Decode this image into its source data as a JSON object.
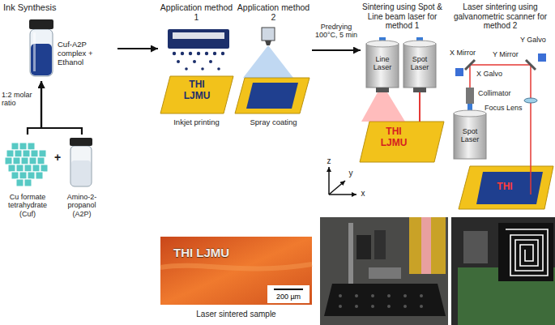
{
  "diagram": {
    "nodes": [
      {
        "text": [
          "Cuf-A2P complex + Ethanol"
        ]
      },
      {
        "text": [
          "Cu formate tetrahydrate (Cuf)"
        ]
      },
      {
        "text": [
          "Amino-2-propanol (A2P)"
        ]
      },
      {
        "text": [
          "Application method 1",
          "Inkjet printing"
        ]
      },
      {
        "text": [
          "Application method 2",
          "Spray coating"
        ]
      },
      {
        "text": [
          "Sintering using Spot & Line beam laser for method 1"
        ]
      },
      {
        "text": [
          "Line Laser"
        ],
        "in": 5
      },
      {
        "text": [
          "Spot Laser"
        ],
        "in": 5
      },
      {
        "text": [
          "Laser sintering using galvanometric scanner for method 2"
        ]
      },
      {
        "text": [
          "Spot Laser"
        ],
        "in": 8
      }
    ],
    "edges": [
      {
        "from": 1,
        "to": 0,
        "arrow": "to",
        "label": "1:2 molar ratio"
      },
      {
        "from": 2,
        "to": 0,
        "arrow": "to"
      },
      {
        "from": 0,
        "to": 3,
        "arrow": "to"
      },
      {
        "from": 4,
        "to": 5,
        "arrow": "to",
        "label": "Predrying 100°C, 5 min"
      }
    ],
    "labels": [
      "Ink Synthesis",
      "+",
      "THI LJMU",
      "THI LJMU",
      "z",
      "y",
      "x",
      "X Galvo",
      "X Mirror",
      "Y Galvo",
      "Y Mirror",
      "Collimator",
      "Focus Lens",
      "THI",
      "THI LJMU",
      "200 µm",
      "Laser sintered sample"
    ]
  }
}
